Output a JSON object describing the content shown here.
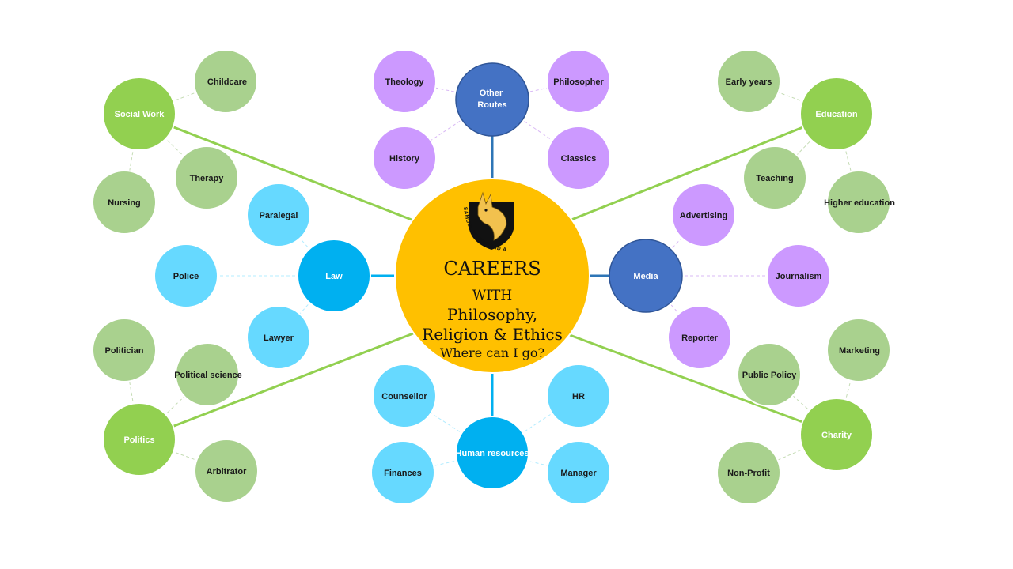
{
  "colors": {
    "background": "#ffffff",
    "hub_fill": "#ffc000",
    "green_dark": "#92d050",
    "green_light": "#a9d18e",
    "cyan_dark": "#00b0f0",
    "cyan_light": "#66d9ff",
    "blue_dark": "#4472c4",
    "purple_light": "#cc99ff",
    "main_line_green": "#92d050",
    "main_line_blue": "#2e75b6",
    "main_line_cyan": "#00b0f0"
  },
  "hub": {
    "careers": "CAREERS",
    "with": "WITH",
    "subject_line1": "Philosophy,",
    "subject_line2": "Religion & Ethics",
    "question": "Where can I go?",
    "logo": "samuel-whitbread-academy-crest-icon",
    "logo_text": "SAMUEL WHITBREAD ACADEMY"
  },
  "clusters": {
    "social_work": {
      "label": "Social Work",
      "children": [
        "Childcare",
        "Therapy",
        "Nursing"
      ]
    },
    "other_routes": {
      "label": "Other Routes",
      "children": [
        "Theology",
        "Philosopher",
        "History",
        "Classics"
      ]
    },
    "education": {
      "label": "Education",
      "children": [
        "Early years",
        "Teaching",
        "Higher education"
      ]
    },
    "law": {
      "label": "Law",
      "children": [
        "Paralegal",
        "Police",
        "Lawyer"
      ]
    },
    "media": {
      "label": "Media",
      "children": [
        "Advertising",
        "Journalism",
        "Reporter"
      ]
    },
    "politics": {
      "label": "Politics",
      "children": [
        "Politician",
        "Political science",
        "Arbitrator"
      ]
    },
    "human_resources": {
      "label": "Human resources",
      "children": [
        "Counsellor",
        "HR",
        "Finances",
        "Manager"
      ]
    },
    "charity": {
      "label": "Charity",
      "children": [
        "Marketing",
        "Public Policy",
        "Non-Profit"
      ]
    }
  }
}
